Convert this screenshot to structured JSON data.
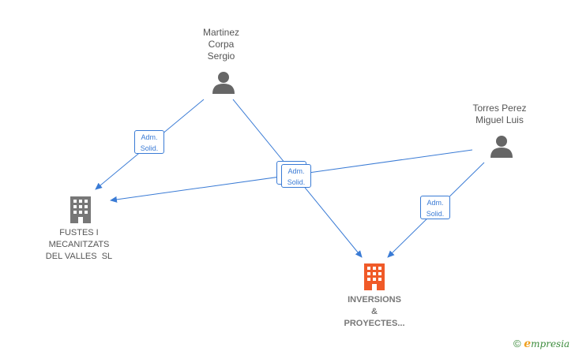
{
  "people": [
    {
      "id": "martinez",
      "name": [
        "Martinez",
        "Corpa",
        "Sergio"
      ]
    },
    {
      "id": "torres",
      "name": [
        "Torres Perez",
        "Miguel Luis"
      ]
    }
  ],
  "companies": [
    {
      "id": "fustes",
      "name": [
        "FUSTES I",
        "MECANITZATS",
        "DEL VALLES  SL"
      ],
      "color": "#777777"
    },
    {
      "id": "inversions",
      "name": [
        "INVERSIONS",
        "&",
        "PROYECTES..."
      ],
      "color": "#f05a28"
    }
  ],
  "badges": [
    {
      "id": "b1",
      "line1": "Adm.",
      "line2": "Solid."
    },
    {
      "id": "b2",
      "line1": "Adm.",
      "line2": "Solid."
    },
    {
      "id": "b3",
      "line1": "Adm.",
      "line2": "Solid."
    }
  ],
  "colors": {
    "edge": "#3a7bd5",
    "person": "#666666"
  },
  "footer": {
    "symbol": "©",
    "brand_first": "e",
    "brand_rest": "mpresia"
  }
}
